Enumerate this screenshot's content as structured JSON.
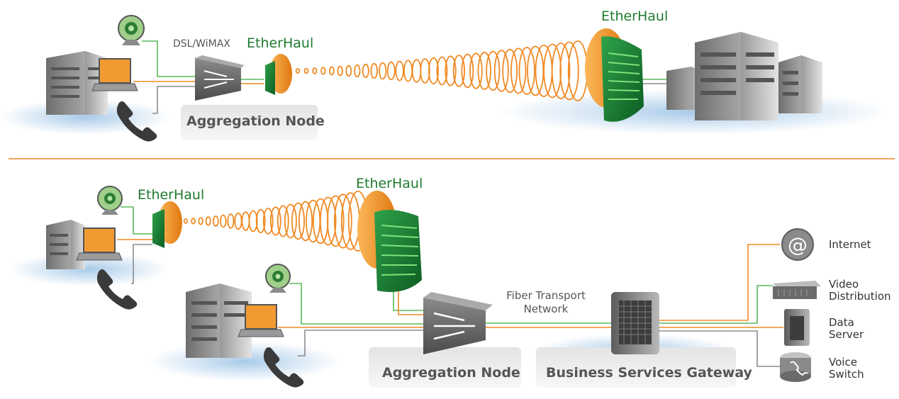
{
  "labels": {
    "dsl_wimax": "DSL/WiMAX",
    "etherhaul": "EtherHaul",
    "aggregation_node": "Aggregation Node",
    "fiber_transport_line1": "Fiber Transport",
    "fiber_transport_line2": "Network",
    "business_services_gateway": "Business Services Gateway",
    "internet": "Internet",
    "video_line1": "Video",
    "video_line2": "Distribution",
    "data_line1": "Data",
    "data_line2": "Server",
    "voice_line1": "Voice",
    "voice_line2": "Switch"
  },
  "colors": {
    "orange": "#f08a24",
    "green": "#5cb85c",
    "dark_green": "#1e7b2f",
    "grey_line": "#8c8c8c",
    "divider": "#f08a24",
    "ground_blue": "#bcd7ee"
  }
}
